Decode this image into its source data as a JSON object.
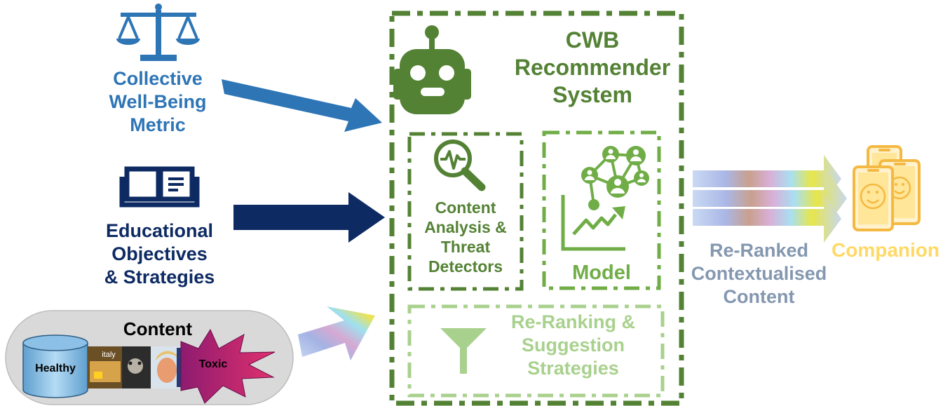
{
  "colors": {
    "cwb_blue": "#2e75b6",
    "edu_navy": "#0d2a63",
    "system_green": "#548235",
    "model_green": "#70ad47",
    "rerank_green": "#a9d18e",
    "output_gray": "#8497b0",
    "companion_gold": "#ffd966",
    "content_pill": "#d9d9d9",
    "toxic_magenta": "#c0257a"
  },
  "inputs": {
    "cwb_metric": {
      "label": "Collective\nWell-Being\nMetric",
      "icon": "balance-scale-icon"
    },
    "educational": {
      "label": "Educational\nObjectives\n& Strategies",
      "icon": "open-book-icon"
    },
    "content": {
      "title": "Content",
      "healthy_label": "Healthy",
      "toxic_label": "Toxic",
      "thumbnail_caption": "italy",
      "icons": [
        "database-cylinder-icon",
        "image-thumbnails",
        "explosion-burst-icon"
      ]
    }
  },
  "system": {
    "title": "CWB\nRecommender\nSystem",
    "icon": "robot-icon",
    "modules": {
      "content_analysis": {
        "label": "Content\nAnalysis &\nThreat\nDetectors",
        "icon": "magnifier-waveform-icon"
      },
      "model": {
        "label": "Model",
        "icon": "network-growth-chart-icon"
      },
      "reranking": {
        "label": "Re-Ranking &\nSuggestion\nStrategies",
        "icon": "funnel-icon"
      }
    }
  },
  "output": {
    "label": "Re-Ranked\nContextualised\nContent",
    "companion_label": "Companion",
    "companion_icon": "smiley-phones-icon"
  }
}
